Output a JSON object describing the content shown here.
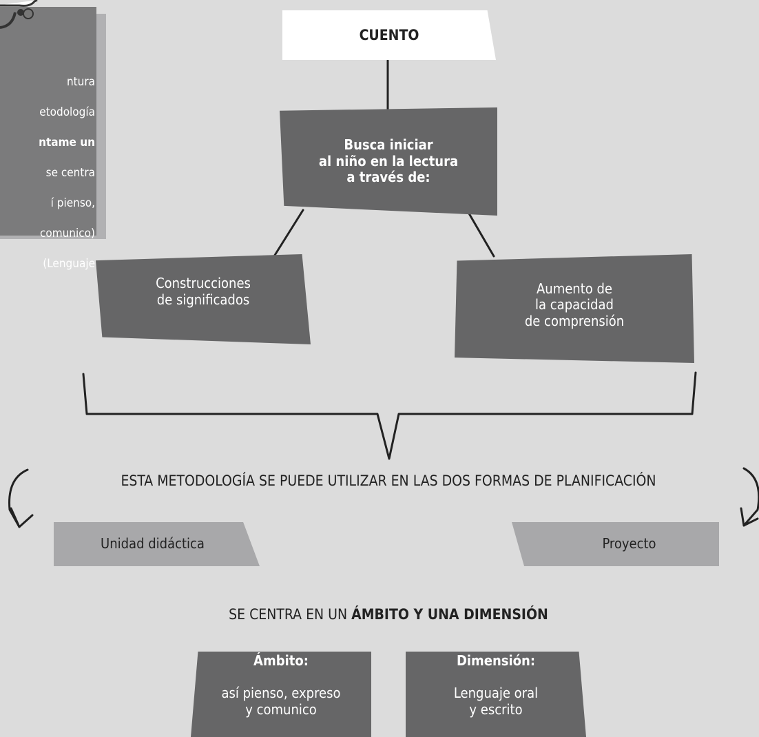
{
  "note": {
    "lines": [
      "ntura",
      "etodología",
      "ntame un",
      "se centra",
      "í pienso,",
      "comunico)",
      "(Lenguaje"
    ],
    "bold_line_index": 2
  },
  "cuento": "CUENTO",
  "busca": "Busca iniciar\nal niño en la lectura\na través de:",
  "construcciones": "Construcciones\nde significados",
  "aumento": "Aumento de\nla capacidad\nde comprensión",
  "metodologia_text": "ESTA METODOLOGÍA SE PUEDE UTILIZAR EN LAS DOS FORMAS DE PLANIFICACIÓN",
  "unidad": "Unidad didáctica",
  "proyecto": "Proyecto",
  "centra": {
    "prefix": "SE CENTRA EN UN ",
    "bold": "ÁMBITO Y UNA DIMENSIÓN"
  },
  "ambito": {
    "title": "Ámbito:",
    "body": "así pienso, expreso\ny comunico"
  },
  "dimension": {
    "title": "Dimensión:",
    "body": "Lenguaje oral\ny escrito"
  },
  "colors": {
    "background": "#dcdcdc",
    "dark_box": "#666667",
    "light_box": "#a8a8aa",
    "note_box": "#7b7b7c"
  }
}
